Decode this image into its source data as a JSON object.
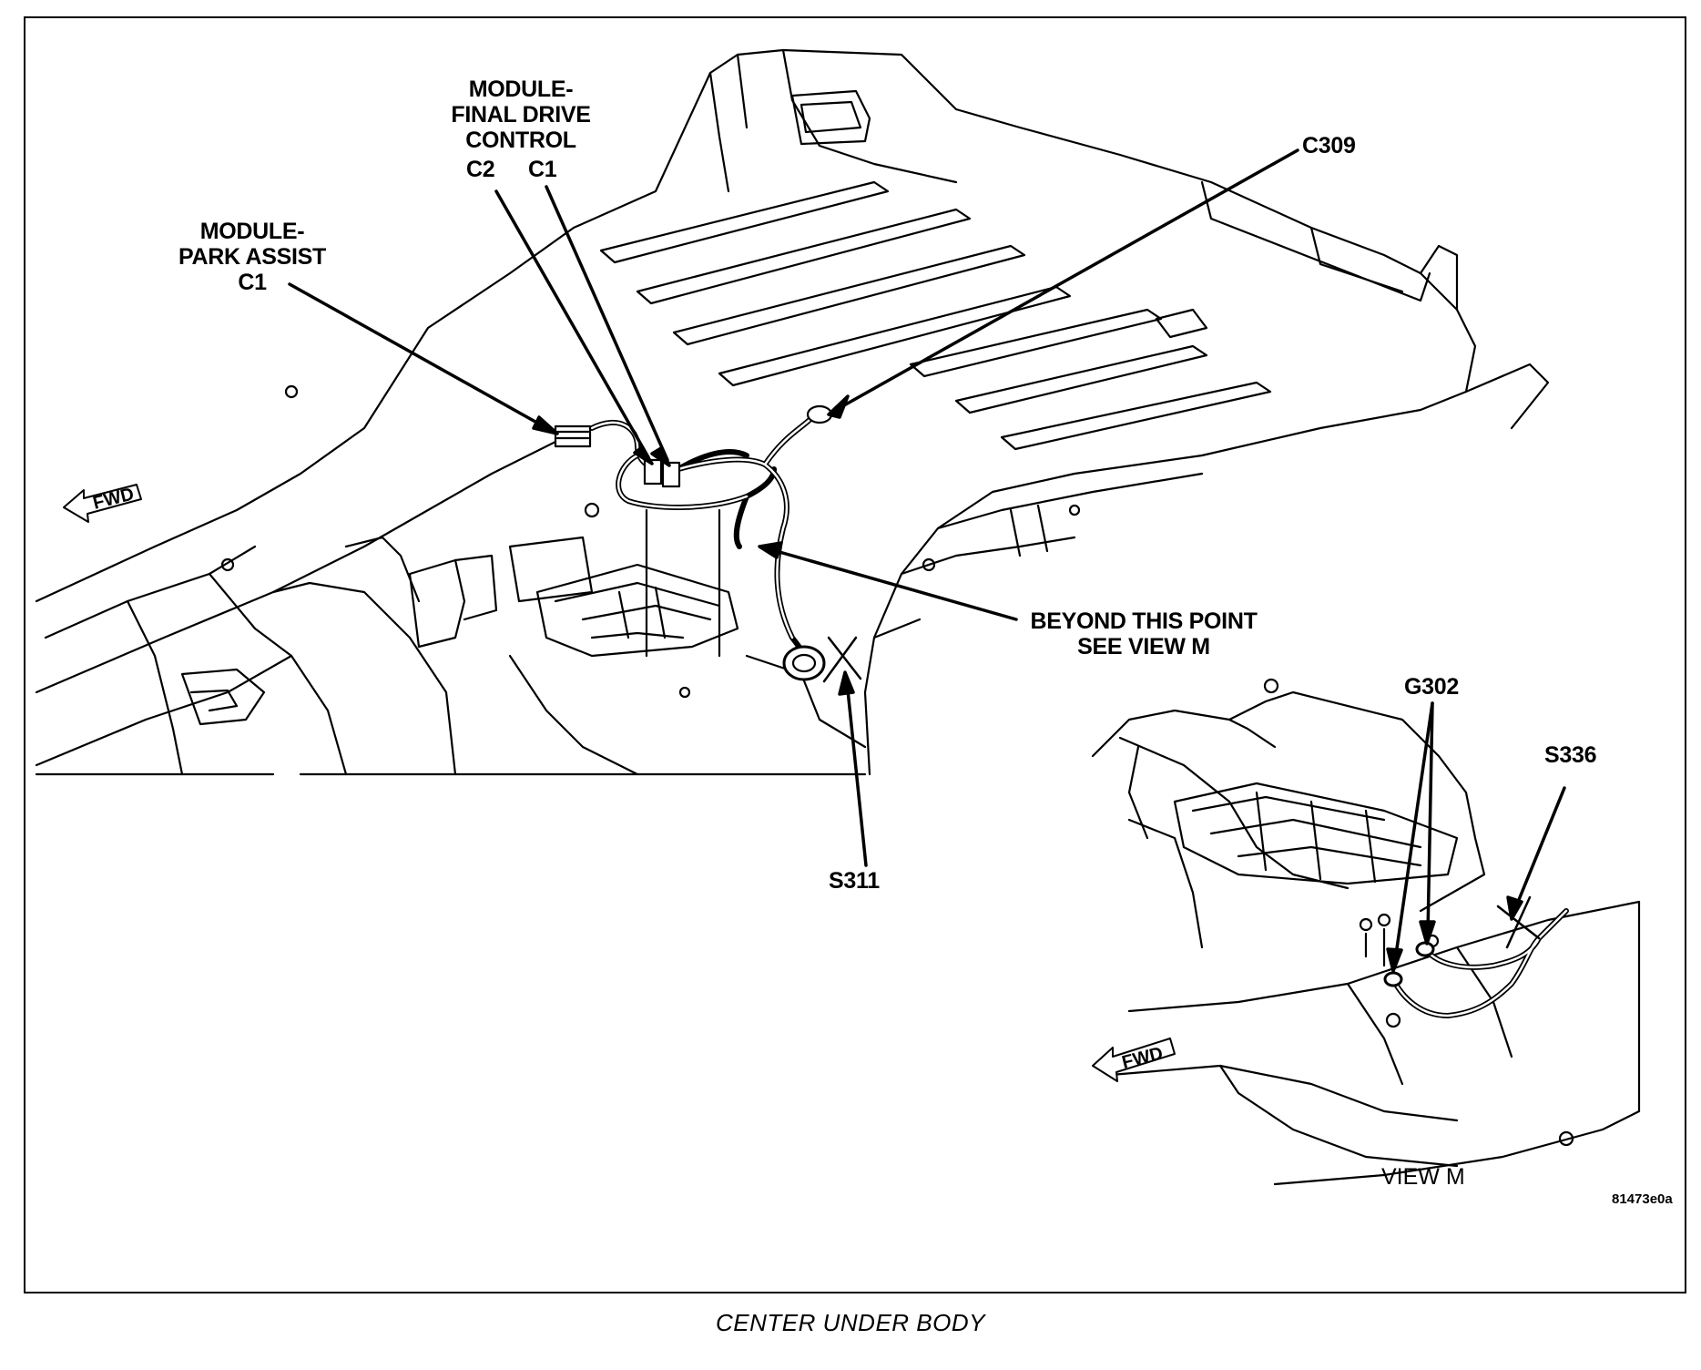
{
  "labels": {
    "module_fdc": [
      "MODULE-",
      "FINAL DRIVE",
      "CONTROL"
    ],
    "c2": "C2",
    "c1_fdc": "C1",
    "module_park": [
      "MODULE-",
      "PARK ASSIST",
      "C1"
    ],
    "c309": "C309",
    "beyond": [
      "BEYOND THIS POINT",
      "SEE VIEW M"
    ],
    "s311": "S311",
    "g302": "G302",
    "s336": "S336",
    "view_m": "VIEW M",
    "fig_number": "81473e0a"
  },
  "fwd_marker": "FWD",
  "caption": "CENTER UNDER BODY"
}
